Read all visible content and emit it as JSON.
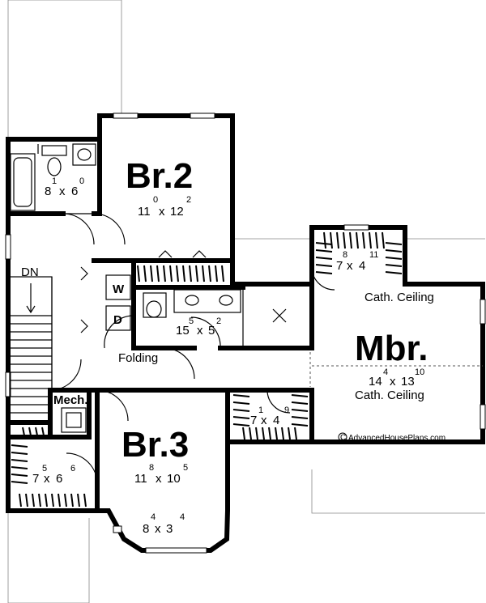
{
  "rooms": {
    "bath1": {
      "w": "8",
      "x": "x",
      "h": "6",
      "w_in": "1",
      "h_in": "0"
    },
    "br2": {
      "name": "Br.2",
      "w": "11",
      "x": "x",
      "h": "12",
      "w_in": "0",
      "h_in": "2"
    },
    "laundry": {
      "washer": "W",
      "dryer": "D"
    },
    "bath2": {
      "w": "15",
      "x": "x",
      "h": "5",
      "w_in": "5",
      "h_in": "2"
    },
    "folding": "Folding",
    "stair": "DN",
    "mech": "Mech.",
    "wic_mbr": {
      "w": "7",
      "x": "x",
      "h": "4",
      "w_in": "8",
      "h_in": "11"
    },
    "mbr_ceiling_label": "Cath. Ceiling",
    "mbr": {
      "name": "Mbr.",
      "w": "14",
      "x": "x",
      "h": "13",
      "w_in": "4",
      "h_in": "10",
      "note": "Cath. Ceiling"
    },
    "closet_mid": {
      "w": "7",
      "x": "x",
      "h": "4",
      "w_in": "1",
      "h_in": "9"
    },
    "br3": {
      "name": "Br.3",
      "w": "11",
      "x": "x",
      "h": "10",
      "w_in": "8",
      "h_in": "5"
    },
    "closet_left": {
      "w": "7",
      "x": "x",
      "h": "6",
      "w_in": "5",
      "h_in": "6"
    },
    "bay": {
      "w": "8",
      "x": "x",
      "h": "3",
      "w_in": "4",
      "h_in": "4"
    }
  },
  "watermark": "AdvancedHousePlans.com",
  "copyright_symbol": "C"
}
